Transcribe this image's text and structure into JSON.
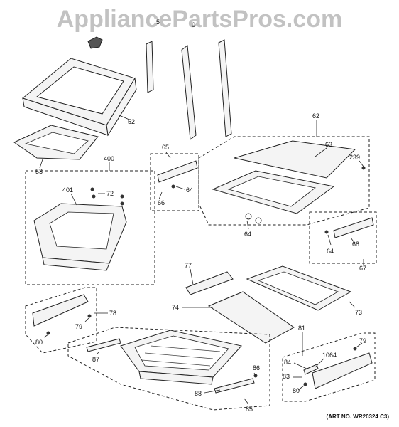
{
  "watermark": "AppliancePartsPros.com",
  "art_number": "(ART NO. WR20324 C3)",
  "callouts": {
    "c5": "5",
    "c0": "0",
    "c52": "52",
    "c53": "53",
    "c400": "400",
    "c401": "401",
    "c72": "72",
    "c65": "65",
    "c66": "66",
    "c64a": "64",
    "c62": "62",
    "c63": "63",
    "c239": "239",
    "c64b": "64",
    "c64c": "64",
    "c68": "68",
    "c67": "67",
    "c77": "77",
    "c74": "74",
    "c73": "73",
    "c78": "78",
    "c79a": "79",
    "c80a": "80",
    "c87": "87",
    "c86": "86",
    "c88": "88",
    "c85": "85",
    "c81": "81",
    "c79b": "79",
    "c84": "84",
    "c1064": "1064",
    "c83": "83",
    "c80b": "80"
  }
}
